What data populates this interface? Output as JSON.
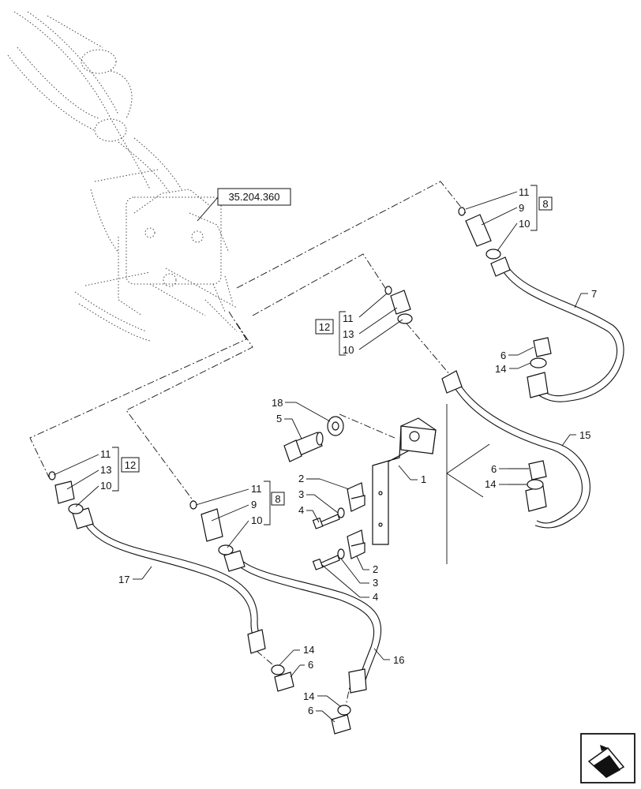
{
  "reference": {
    "label": "35.204.360"
  },
  "groups": [
    {
      "id": "g8a",
      "box": "8",
      "items": [
        "11",
        "9",
        "10"
      ]
    },
    {
      "id": "g12a",
      "box": "12",
      "items": [
        "11",
        "13",
        "10"
      ]
    },
    {
      "id": "g12b",
      "box": "12",
      "items": [
        "11",
        "13",
        "10"
      ]
    },
    {
      "id": "g8b",
      "box": "8",
      "items": [
        "11",
        "9",
        "10"
      ]
    }
  ],
  "callouts": {
    "c7": "7",
    "c15": "15",
    "c16": "16",
    "c17": "17",
    "c1": "1",
    "c18": "18",
    "c5": "5",
    "c2a": "2",
    "c3a": "3",
    "c4a": "4",
    "c2b": "2",
    "c3b": "3",
    "c4b": "4",
    "c6a": "6",
    "c14a": "14",
    "c6b": "6",
    "c14b": "14",
    "c14c": "14",
    "c6c": "6",
    "c14d": "14",
    "c6d": "6"
  },
  "nav_icon": "next-page-arrow-icon"
}
